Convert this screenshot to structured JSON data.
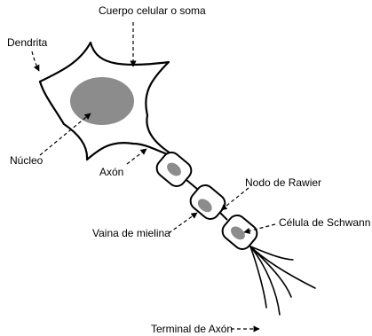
{
  "labels": {
    "cell_body": "Cuerpo celular o soma",
    "dendrite": "Dendrita",
    "nucleus": "Núcleo",
    "axon": "Axón",
    "node": "Nodo de Rawier",
    "myelin": "Vaina de mielina",
    "schwann": "Célula de  Schwann",
    "terminal": "Terminal de Axón"
  },
  "colors": {
    "outline": "#000000",
    "nucleus_fill": "#8c8c8c",
    "background": "#ffffff"
  }
}
